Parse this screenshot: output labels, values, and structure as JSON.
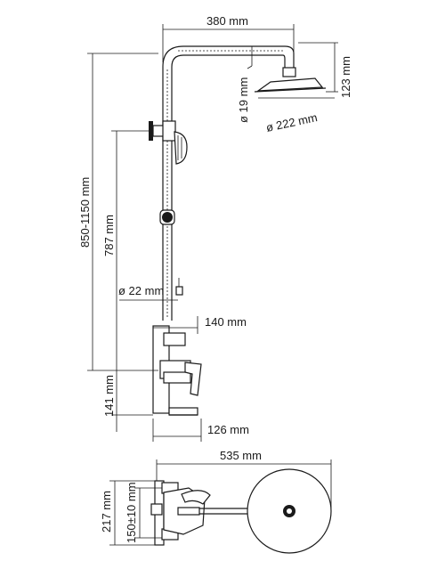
{
  "dimensions": {
    "arm_length": "380 mm",
    "head_height": "123 mm",
    "arm_diameter": "ø 19 mm",
    "head_diameter": "ø 222 mm",
    "total_height": "850-1150 mm",
    "rail_height": "787 mm",
    "rail_diameter": "ø 22 mm",
    "mixer_width": "140 mm",
    "mixer_height": "141 mm",
    "spout_length": "126 mm",
    "total_depth": "535 mm",
    "plan_height": "217 mm",
    "connection_spacing": "150±10 mm"
  }
}
